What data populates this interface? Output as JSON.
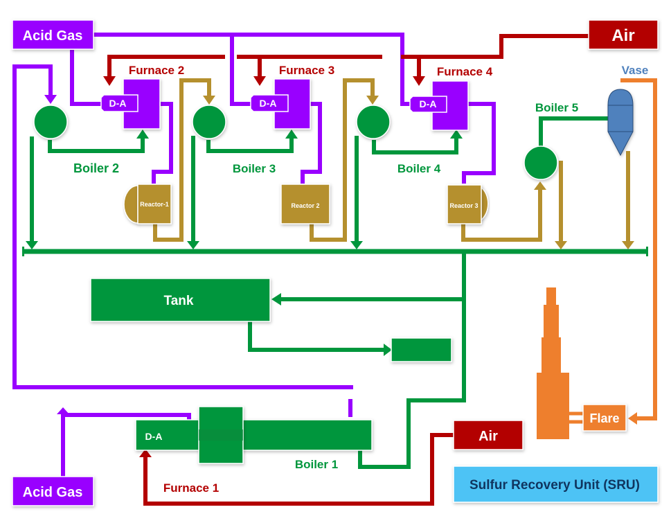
{
  "title": "Sulfur Recovery Unit (SRU)",
  "colors": {
    "acid_gas": "#9900ff",
    "air": "#b30000",
    "steam": "#00963c",
    "sulfur": "#b5902e",
    "tail_gas": "#ee7f2d",
    "vase": "#4f81bd",
    "title_bg": "#4dc3f5",
    "title_text": "#10355f"
  },
  "sources": {
    "acid_gas_top": "Acid Gas",
    "acid_gas_bottom": "Acid Gas",
    "air_top": "Air",
    "air_bottom": "Air"
  },
  "furnaces": [
    {
      "label": "Furnace 1",
      "da": "D-A"
    },
    {
      "label": "Furnace 2",
      "da": "D-A"
    },
    {
      "label": "Furnace 3",
      "da": "D-A"
    },
    {
      "label": "Furnace 4",
      "da": "D-A"
    }
  ],
  "boilers": [
    "Boiler 1",
    "Boiler 2",
    "Boiler 3",
    "Boiler 4",
    "Boiler 5"
  ],
  "reactors": [
    "Reactor-1",
    "Reactor 2",
    "Reactor 3"
  ],
  "equipment": {
    "tank": "Tank",
    "vase": "Vase",
    "flare": "Flare"
  }
}
